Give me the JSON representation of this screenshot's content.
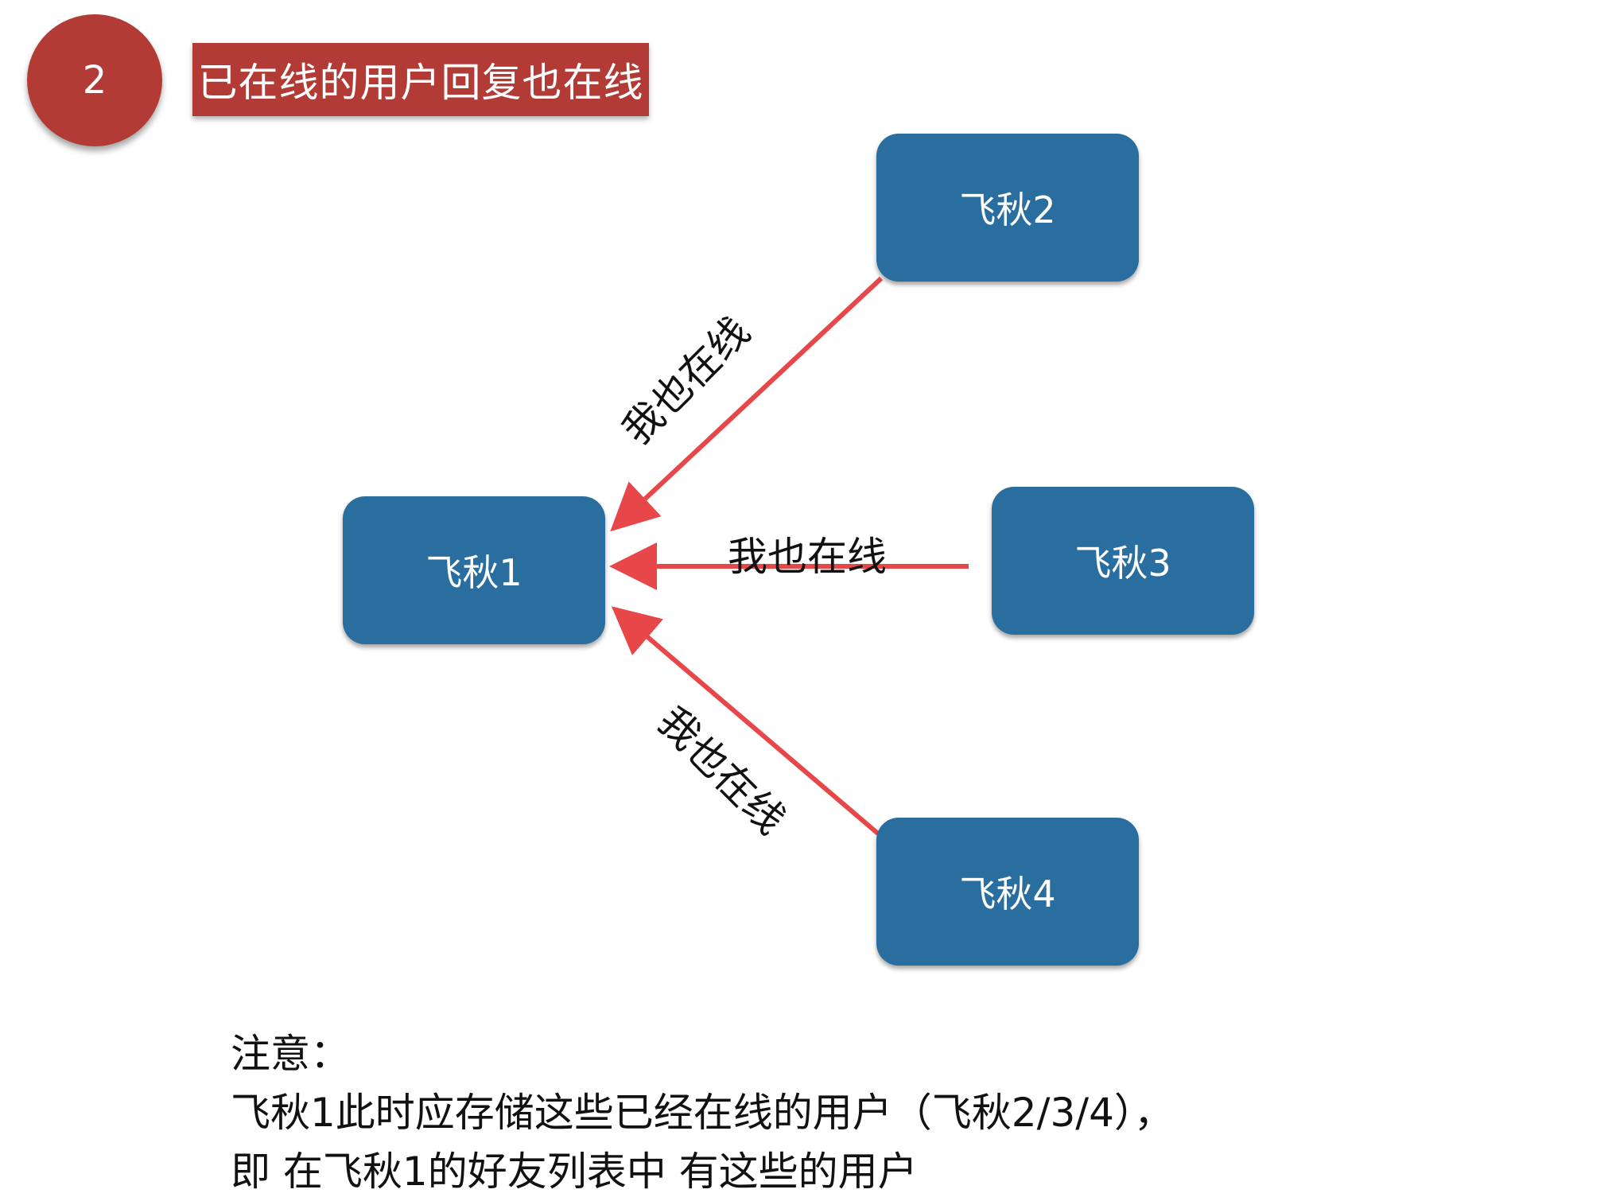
{
  "step": {
    "number": "2"
  },
  "title": "已在线的用户回复也在线",
  "nodes": [
    {
      "id": "n1",
      "label": "飞秋1"
    },
    {
      "id": "n2",
      "label": "飞秋2"
    },
    {
      "id": "n3",
      "label": "飞秋3"
    },
    {
      "id": "n4",
      "label": "飞秋4"
    }
  ],
  "edges": [
    {
      "from": "n2",
      "to": "n1",
      "label": "我也在线"
    },
    {
      "from": "n3",
      "to": "n1",
      "label": "我也在线"
    },
    {
      "from": "n4",
      "to": "n1",
      "label": "我也在线"
    }
  ],
  "note": {
    "line1": "注意：",
    "line2": "飞秋1此时应存储这些已经在线的用户（飞秋2/3/4），",
    "line3": "即 在飞秋1的好友列表中 有这些的用户"
  },
  "colors": {
    "accent_red": "#b23b36",
    "node_blue": "#2a6e9f",
    "arrow_red": "#e8474a"
  }
}
